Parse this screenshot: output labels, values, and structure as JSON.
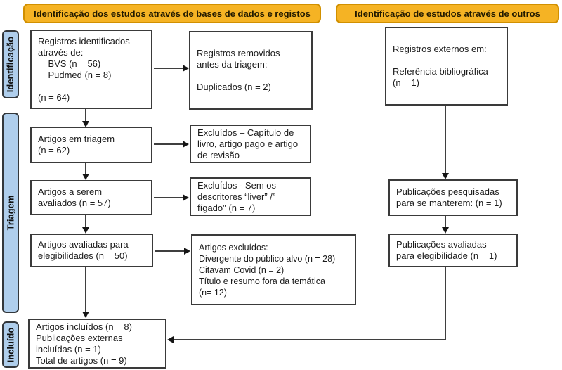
{
  "colors": {
    "banner_bg": "#F5B324",
    "banner_border": "#D19000",
    "banner_text": "#221A00",
    "stage_bg": "#AFCEEC",
    "stage_border": "#33373B",
    "box_border": "#3A3A3A",
    "box_bg": "#FFFFFF",
    "arrow_line": "#3F3F3F",
    "arrow_head": "#151515"
  },
  "banners": [
    {
      "label": "Identificação dos estudos através de bases de dados e registos"
    },
    {
      "label": "Identificação de estudos através de outros"
    }
  ],
  "stages": [
    {
      "label": "Identificação"
    },
    {
      "label": "Triagem"
    },
    {
      "label": "Incluído"
    }
  ],
  "boxes": {
    "records_identified": {
      "text": "Registros identificados\natravés de:\n    BVS (n = 56)\n    Pudmed (n = 8)\n\n(n = 64)"
    },
    "records_removed": {
      "text": "Registros removidos\nantes da triagem:\n\nDuplicados (n = 2)"
    },
    "external_records": {
      "text": "Registros externos em:\n\nReferência bibliográfica\n(n = 1)"
    },
    "articles_screening": {
      "text": "Artigos em triagem\n(n = 62)"
    },
    "excluded_screening": {
      "text": "Excluídos – Capítulo de\nlivro, artigo pago e artigo\nde revisão"
    },
    "articles_to_assess": {
      "text": "Artigos a serem\navaliados (n = 57)"
    },
    "excluded_descriptors": {
      "text": "Excluídos - Sem os\ndescritores “liver” /”\nfígado\" (n = 7)"
    },
    "articles_eligibility": {
      "text": "Artigos avaliadas para\nelegibilidades (n = 50)"
    },
    "excluded_eligibility": {
      "text": "Artigos excluídos:\nDivergente do público alvo (n = 28)\nCitavam Covid (n = 2)\nTítulo e resumo fora da temática\n(n= 12)"
    },
    "included_total": {
      "text": "Artigos incluídos (n = 8)\nPublicações externas\nincluídas (n = 1)\nTotal de artigos (n = 9)"
    },
    "external_searched": {
      "text": "Publicações pesquisadas\npara se manterem: (n = 1)"
    },
    "external_assessed": {
      "text": "Publicações avaliadas\npara elegibilidade (n = 1)"
    }
  }
}
